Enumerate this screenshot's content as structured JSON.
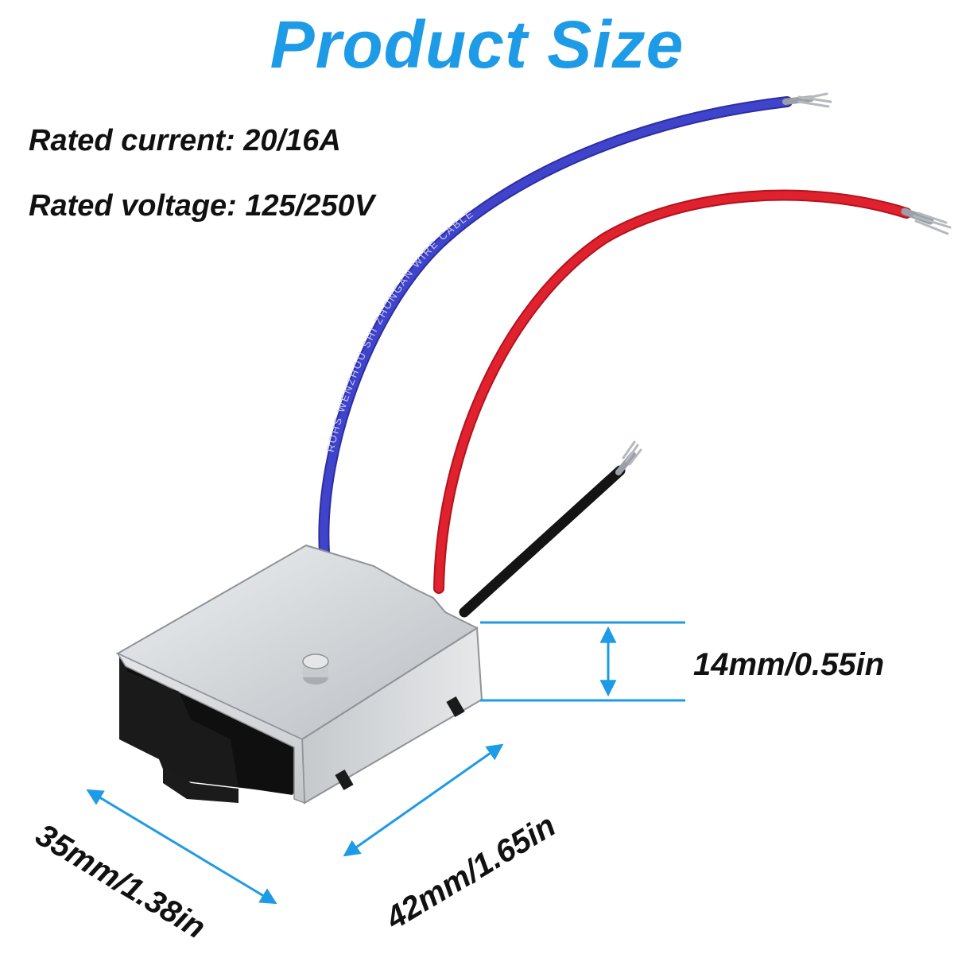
{
  "title": "Product Size",
  "specs": {
    "rated_current": "Rated current: 20/16A",
    "rated_voltage": "Rated voltage: 125/250V"
  },
  "dimensions": {
    "height": "14mm/0.55in",
    "width": "35mm/1.38in",
    "length": "42mm/1.65in"
  },
  "wire_print": "ROHS  WENZHOU  SHI  ZHONGAN  WIRE  CABLE",
  "colors": {
    "accent": "#1e9be6",
    "blue_wire": "#3b3fc4",
    "red_wire": "#d81e2c",
    "black_wire": "#141414",
    "housing_metal": "#d9dcdf",
    "housing_plastic": "#1a1a1a"
  }
}
